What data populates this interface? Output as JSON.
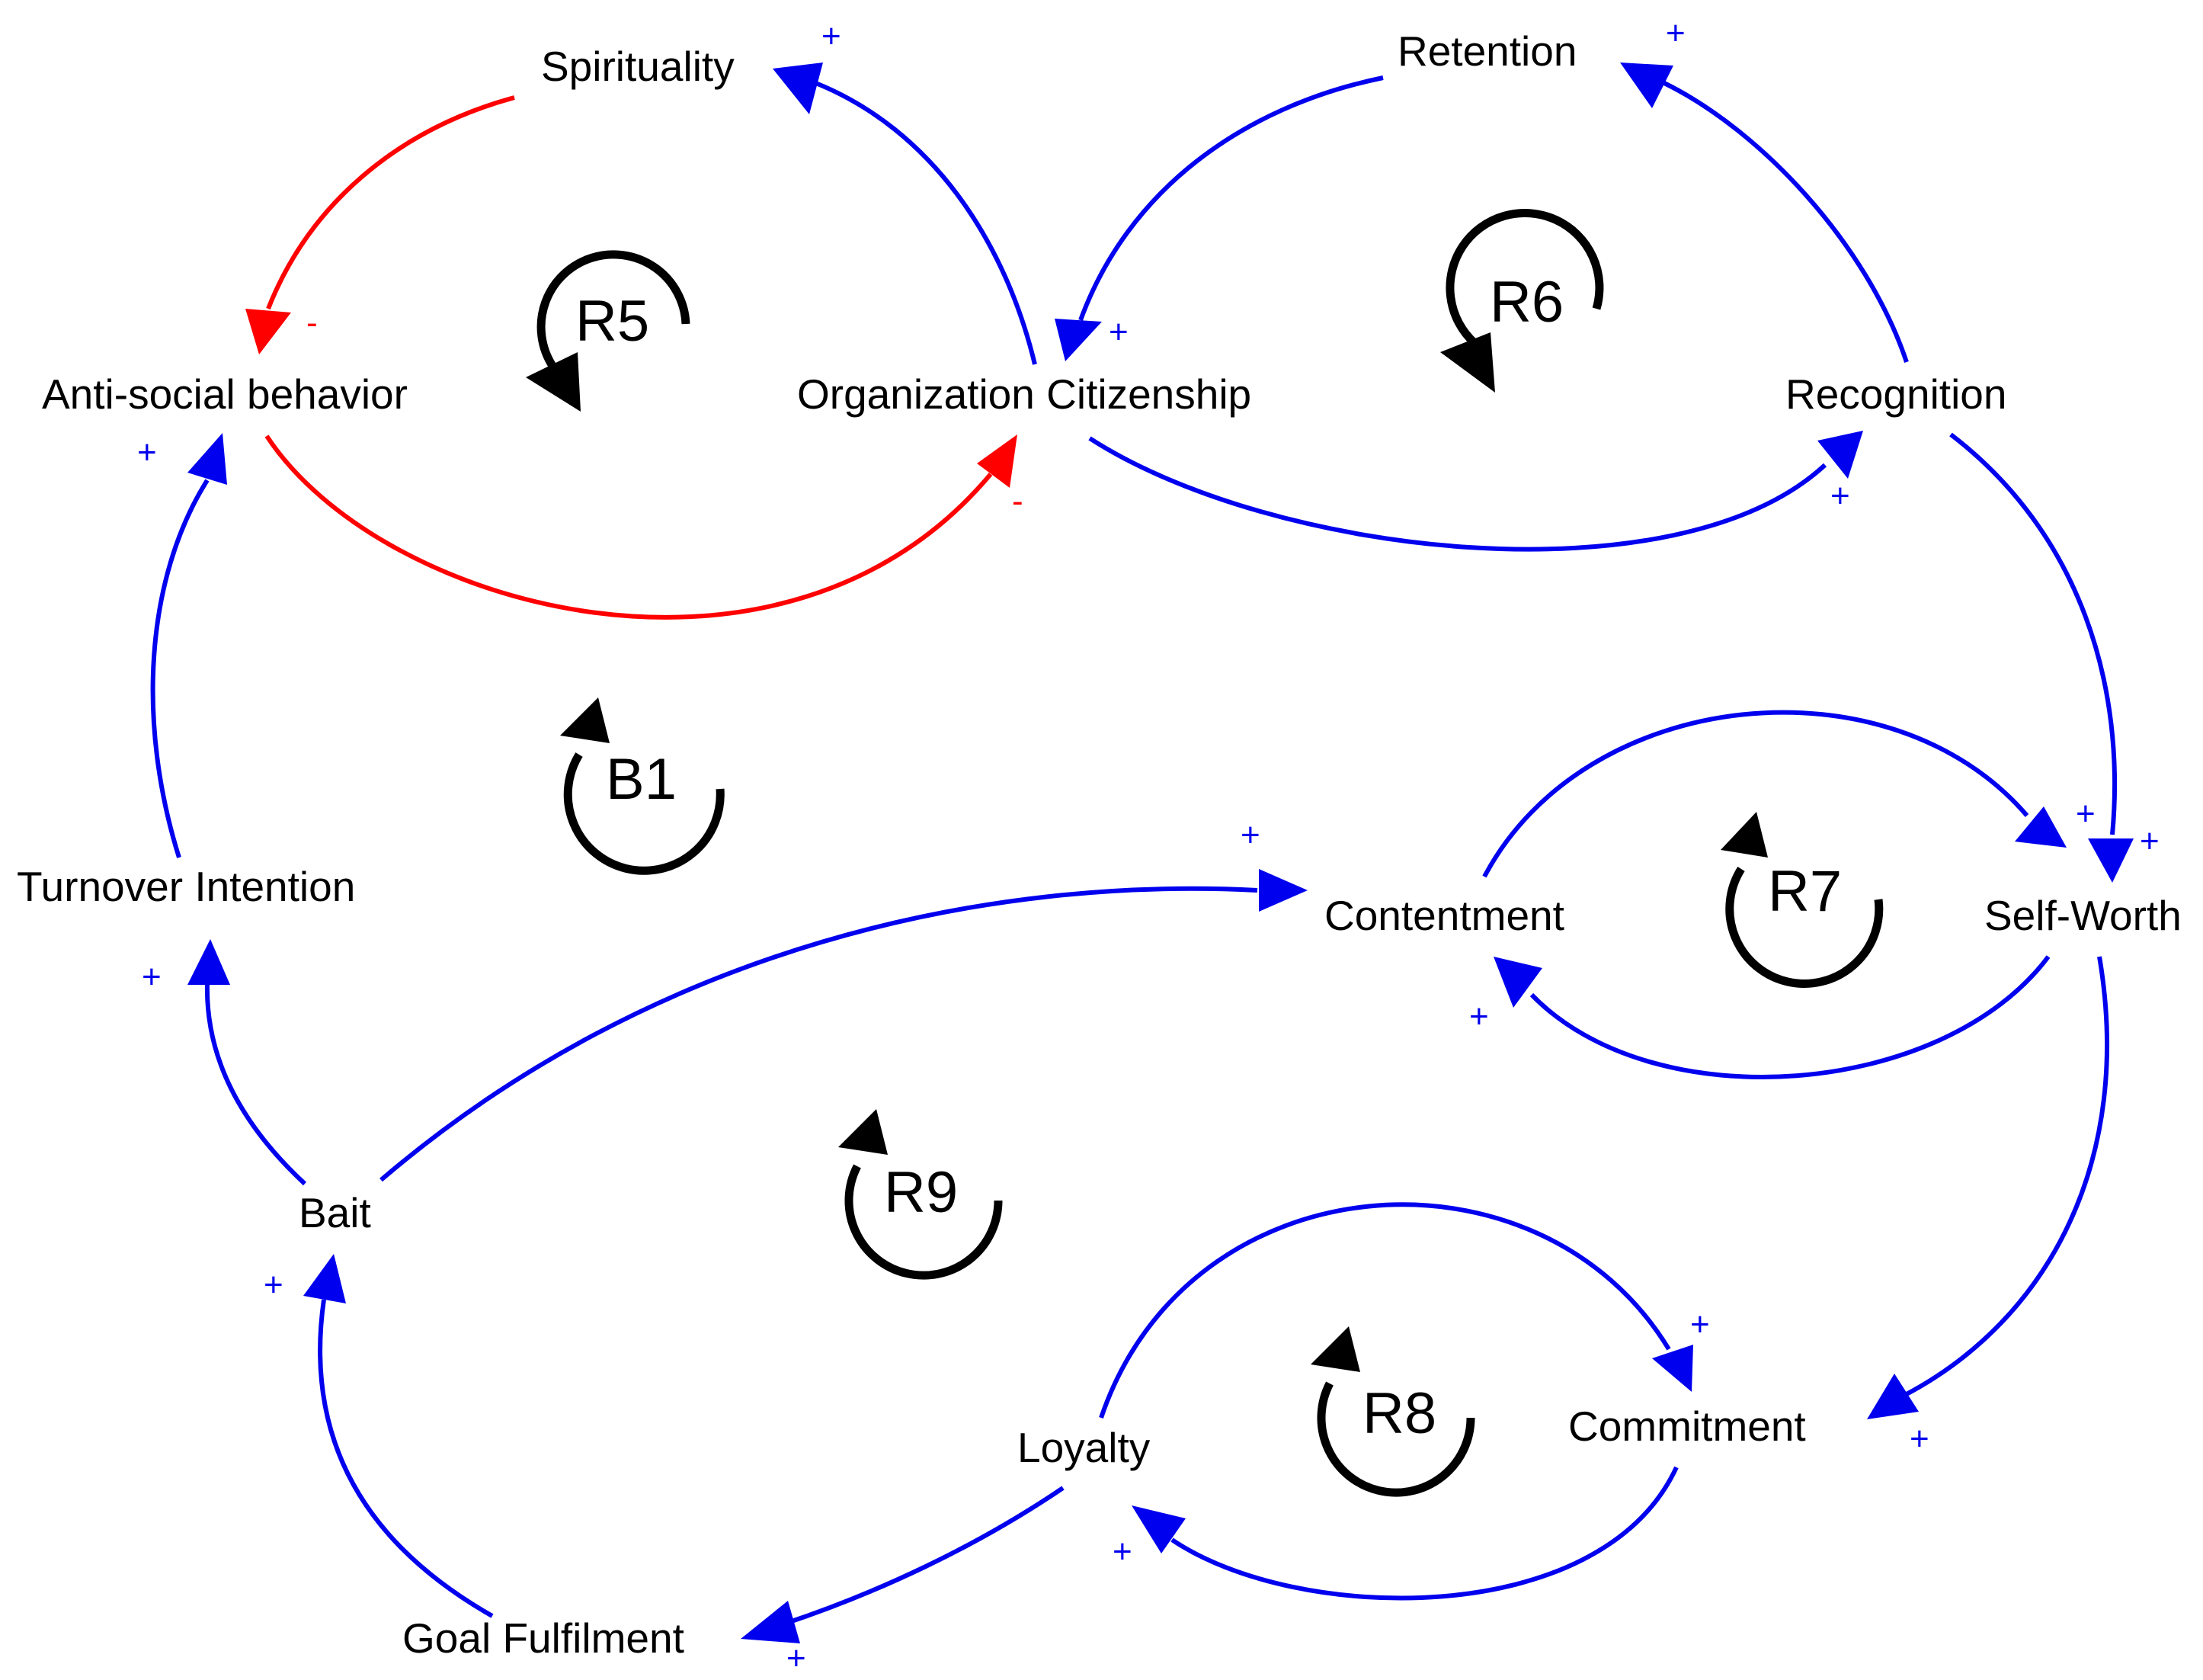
{
  "nodes": {
    "spirituality": "Spirituality",
    "retention": "Retention",
    "antisocial": "Anti-social behavior",
    "org_citizenship": "Organization Citizenship",
    "recognition": "Recognition",
    "turnover": "Turnover Intention",
    "contentment": "Contentment",
    "self_worth": "Self-Worth",
    "bait": "Bait",
    "loyalty": "Loyalty",
    "commitment": "Commitment",
    "goal_fulfilment": "Goal Fulfilment"
  },
  "loops": {
    "r5": "R5",
    "r6": "R6",
    "b1": "B1",
    "r7": "R7",
    "r9": "R9",
    "r8": "R8"
  },
  "polarity": {
    "positive": "+",
    "negative": "-"
  },
  "colors": {
    "positive_link": "#0000ee",
    "negative_link": "#ff0000",
    "loop_marker": "#000000"
  }
}
